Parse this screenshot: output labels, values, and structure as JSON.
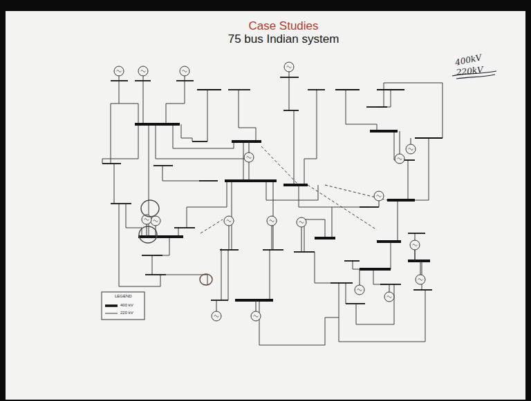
{
  "diagram": {
    "title": "Case Studies",
    "labels": [
      "75 bus Indian system",
      "400kV",
      "220kV",
      "LEGEND"
    ],
    "legend": [
      {
        "text": "400 kV"
      },
      {
        "text": "220 kV"
      }
    ]
  }
}
